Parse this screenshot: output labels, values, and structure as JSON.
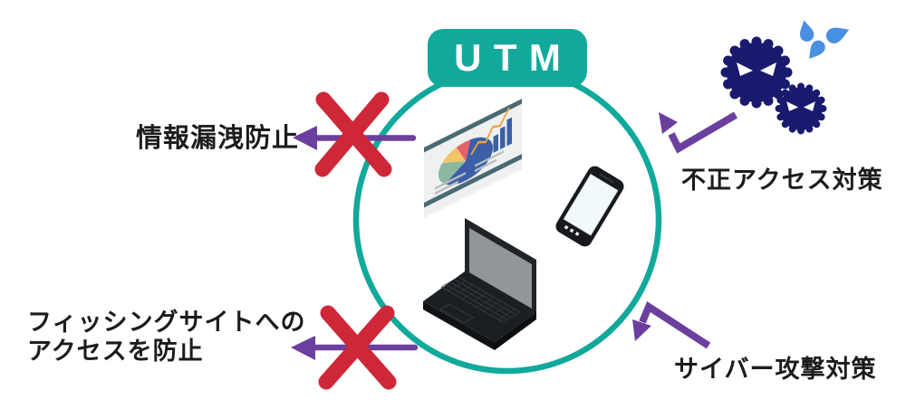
{
  "diagram": {
    "title_badge": "UTM",
    "blocked_outcomes": [
      {
        "id": "info-leak",
        "label": "情報漏洩防止"
      },
      {
        "id": "phishing",
        "label_line1": "フィッシングサイトへの",
        "label_line2": "アクセスを防止"
      }
    ],
    "protections": [
      {
        "id": "unauthorized-access",
        "label": "不正アクセス対策"
      },
      {
        "id": "cyber-attack",
        "label": "サイバー攻撃対策"
      }
    ],
    "center_icons": [
      "presentation-chart-icon",
      "smartphone-icon",
      "laptop-icon"
    ],
    "threat_icons": [
      "virus-icon-large",
      "virus-icon-small",
      "splash-drops-icon"
    ],
    "colors": {
      "teal": "#11A99B",
      "purple": "#6B3F9E",
      "red": "#CE2838",
      "navy": "#191A6E",
      "drop_blue": "#4A90E2",
      "chart_blue": "#3C5FA8",
      "chart_green": "#8CB8A2",
      "chart_yellow": "#F2C568",
      "chart_red": "#E4636B",
      "chart_orange": "#F2A33C",
      "board_edge": "#4A6A73",
      "text": "#1C1C1C"
    }
  }
}
